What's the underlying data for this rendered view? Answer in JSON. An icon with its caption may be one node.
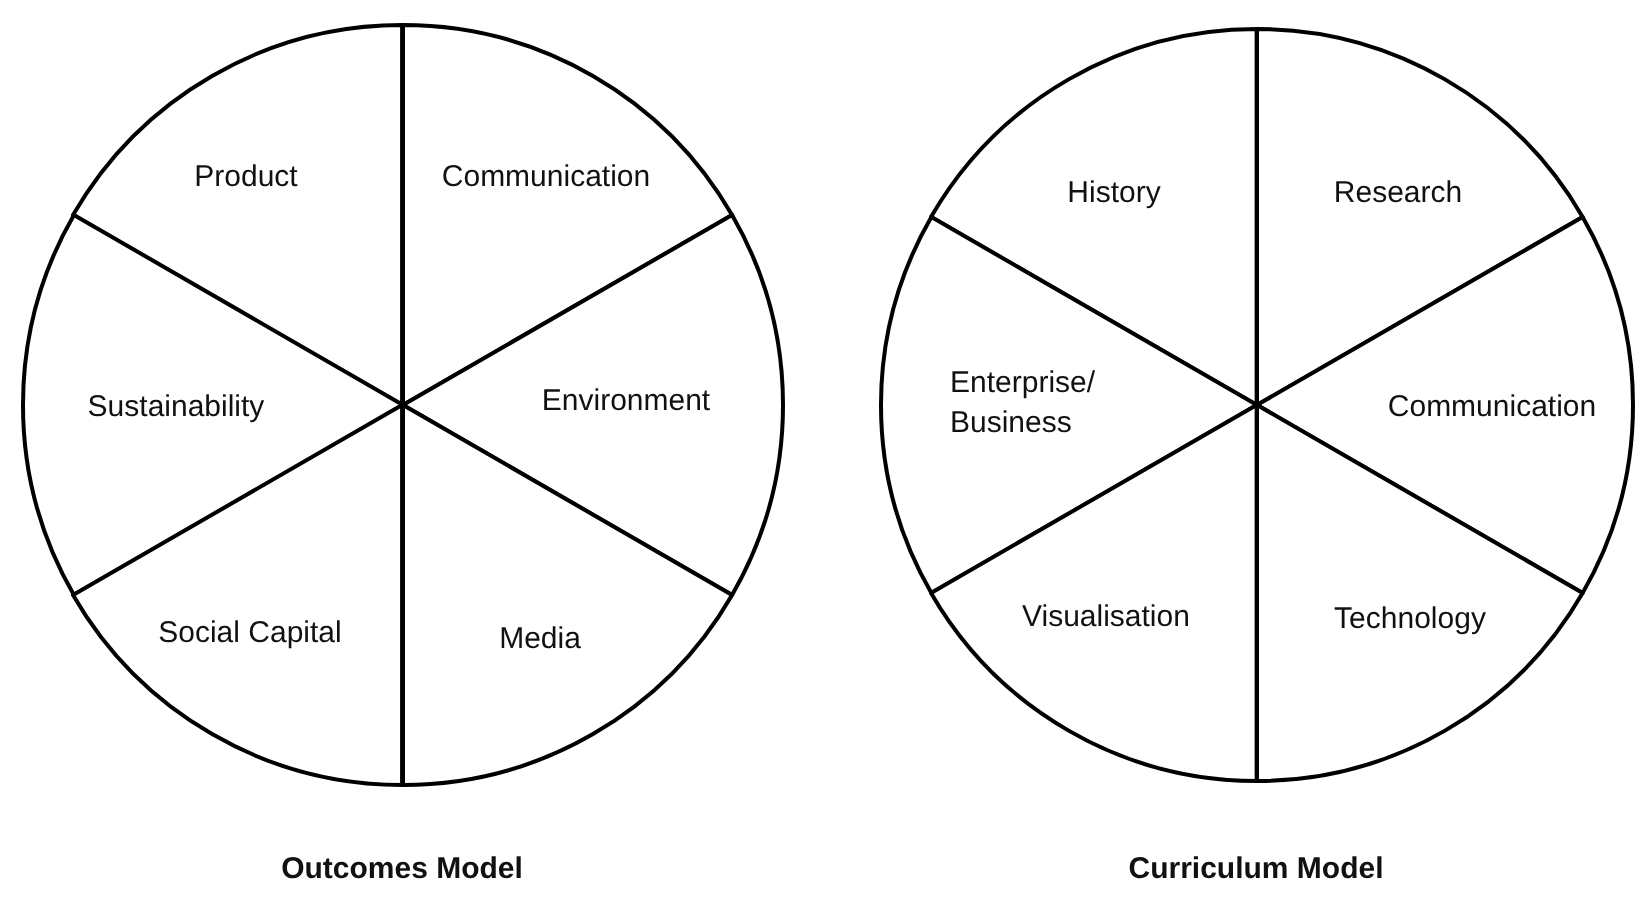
{
  "diagram": {
    "nodes": [
      {
        "text": [
          "Outcomes Model"
        ]
      },
      {
        "text": [
          "Product"
        ],
        "in": 0
      },
      {
        "text": [
          "Communication"
        ],
        "in": 0
      },
      {
        "text": [
          "Sustainability"
        ],
        "in": 0
      },
      {
        "text": [
          "Environment"
        ],
        "in": 0
      },
      {
        "text": [
          "Social Capital"
        ],
        "in": 0
      },
      {
        "text": [
          "Media"
        ],
        "in": 0
      },
      {
        "text": [
          "Curriculum Model"
        ]
      },
      {
        "text": [
          "History"
        ],
        "in": 7
      },
      {
        "text": [
          "Research"
        ],
        "in": 7
      },
      {
        "text": [
          "Enterprise/ Business"
        ],
        "in": 7
      },
      {
        "text": [
          "Communication"
        ],
        "in": 7
      },
      {
        "text": [
          "Visualisation"
        ],
        "in": 7
      },
      {
        "text": [
          "Technology"
        ],
        "in": 7
      }
    ],
    "edges": []
  }
}
